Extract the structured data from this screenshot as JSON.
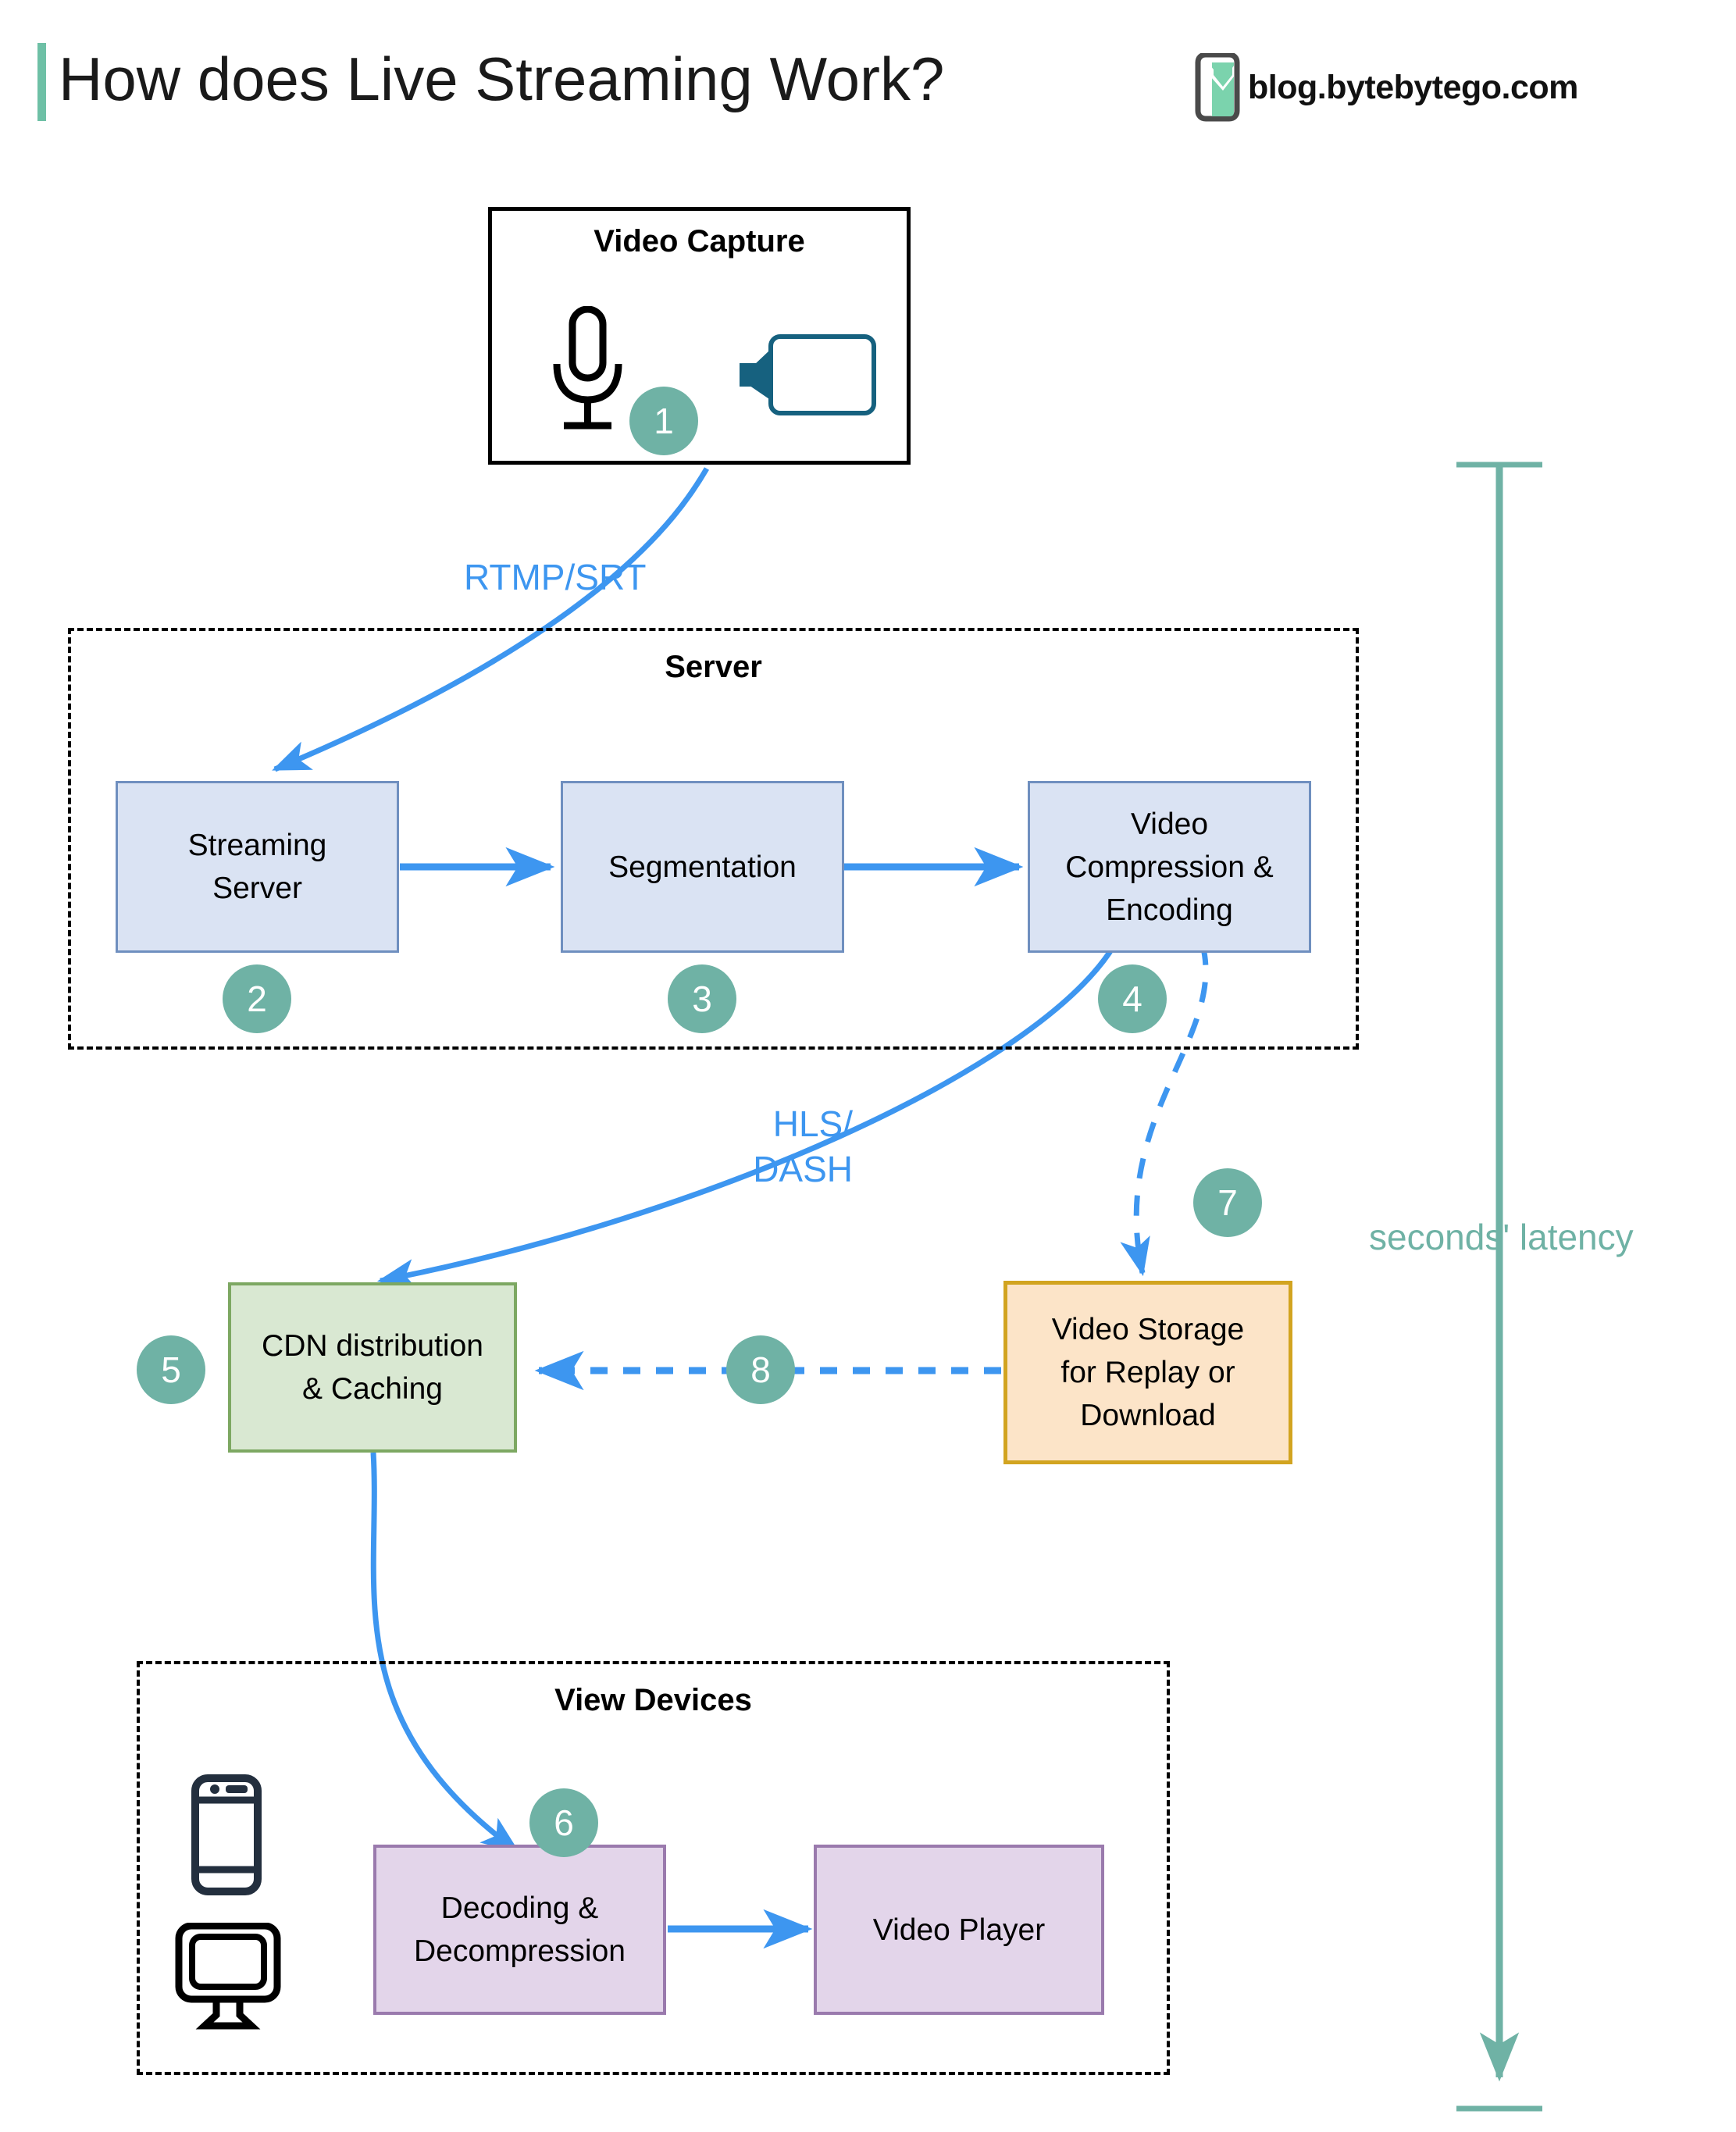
{
  "header": {
    "title": "How does Live Streaming Work?",
    "brand_text": "blog.bytebytego.com",
    "accent_bar_color": "#6ec0a6",
    "logo_icon": "bytebytego-logo-icon"
  },
  "groups": {
    "capture": {
      "title": "Video Capture",
      "style": "solid-border"
    },
    "server": {
      "title": "Server",
      "style": "dashed-border"
    },
    "view_devices": {
      "title": "View Devices",
      "style": "dashed-border"
    }
  },
  "nodes": {
    "streaming_server": {
      "label": "Streaming\nServer",
      "color": "#dae3f3",
      "step": "2"
    },
    "segmentation": {
      "label": "Segmentation",
      "color": "#dae3f3",
      "step": "3"
    },
    "video_compression": {
      "label": "Video\nCompression &\nEncoding",
      "color": "#dae3f3",
      "step": "4"
    },
    "cdn": {
      "label": "CDN distribution\n& Caching",
      "color": "#d9e8d2",
      "step": "5"
    },
    "video_storage": {
      "label": "Video Storage\nfor Replay or\nDownload",
      "color": "#fce4c8",
      "step": "7"
    },
    "decoding": {
      "label": "Decoding &\nDecompression",
      "color": "#e3d5ea",
      "step": "6"
    },
    "video_player": {
      "label": "Video Player",
      "color": "#e3d5ea"
    }
  },
  "steps": {
    "capture": "1",
    "streaming_server": "2",
    "segmentation": "3",
    "video_compression": "4",
    "cdn": "5",
    "decoding": "6",
    "video_storage": "7",
    "storage_to_cdn": "8",
    "badge_color": "#6fb2a5"
  },
  "edge_labels": {
    "capture_to_server": "RTMP/SRT",
    "encoding_to_cdn": "HLS/\nDASH"
  },
  "latency": {
    "label": "seconds' latency",
    "color": "#6fb2a5"
  },
  "icons": {
    "microphone": "microphone-icon",
    "camera": "video-camera-icon",
    "smartphone": "smartphone-icon",
    "monitor": "desktop-monitor-icon"
  },
  "colors": {
    "arrow_blue": "#3d96f0",
    "accent_teal": "#6fb2a5",
    "blue_fill": "#dae3f3",
    "green_fill": "#d9e8d2",
    "orange_fill": "#fce4c8",
    "purple_fill": "#e3d5ea"
  }
}
